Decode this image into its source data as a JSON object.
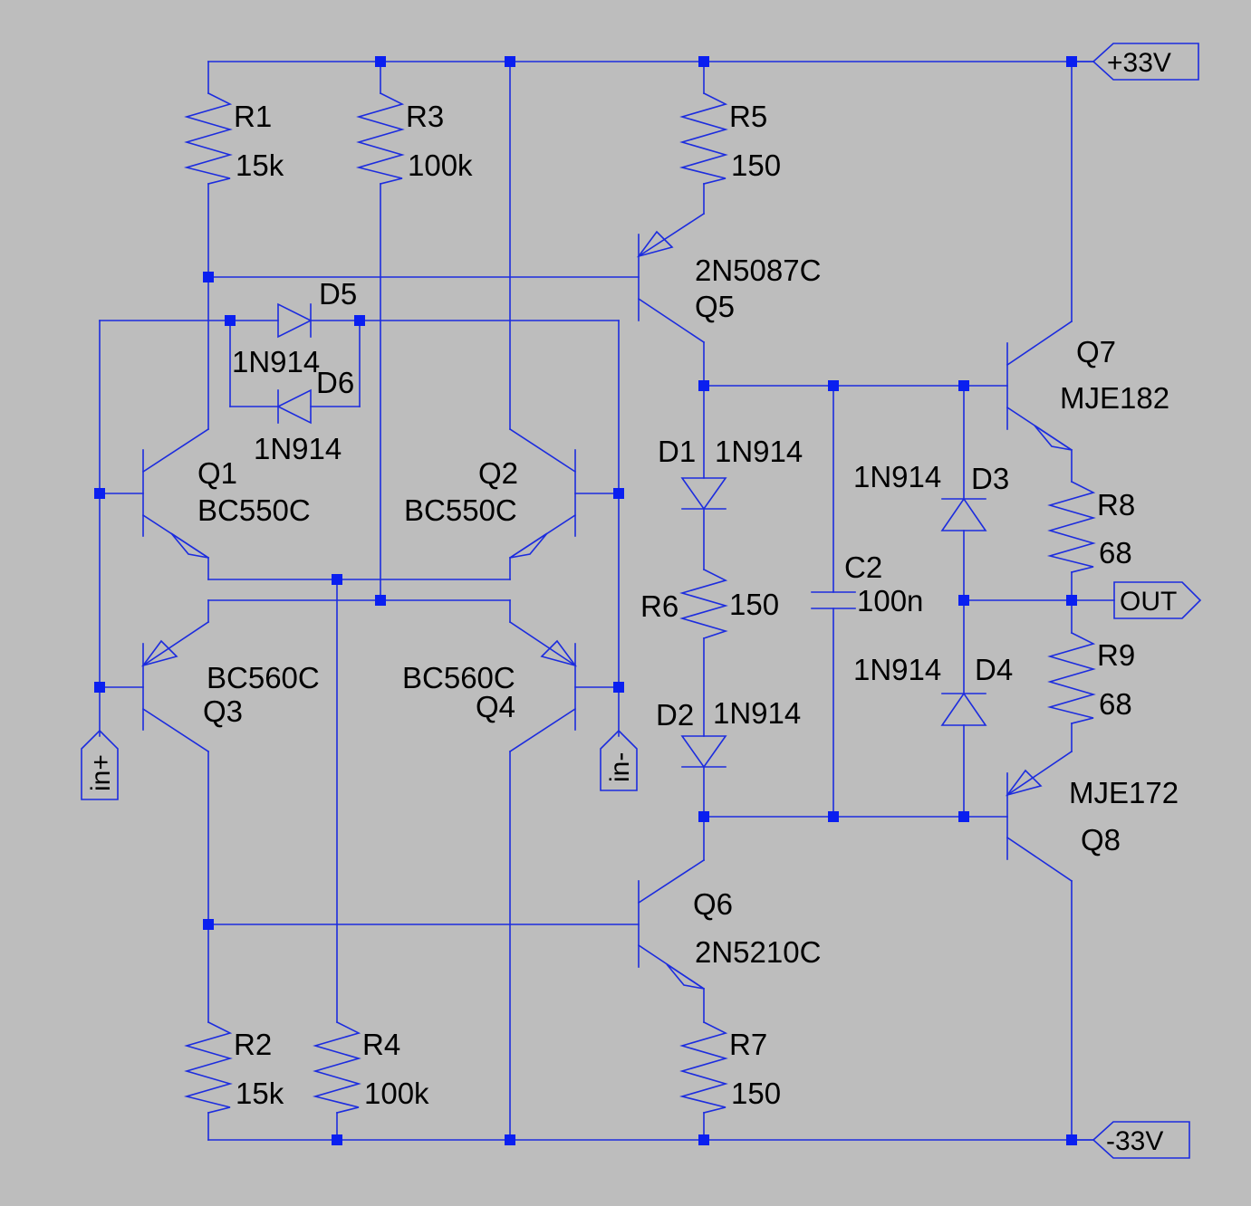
{
  "colors": {
    "background": "#bdbdbd",
    "wire": "#1c2cde",
    "junction": "#0a1ff0",
    "text": "#000000"
  },
  "resistors": {
    "R1": {
      "name": "R1",
      "value": "15k"
    },
    "R2": {
      "name": "R2",
      "value": "15k"
    },
    "R3": {
      "name": "R3",
      "value": "100k"
    },
    "R4": {
      "name": "R4",
      "value": "100k"
    },
    "R5": {
      "name": "R5",
      "value": "150"
    },
    "R6": {
      "name": "R6",
      "value": "150"
    },
    "R7": {
      "name": "R7",
      "value": "150"
    },
    "R8": {
      "name": "R8",
      "value": "68"
    },
    "R9": {
      "name": "R9",
      "value": "68"
    }
  },
  "transistors": {
    "Q1": {
      "name": "Q1",
      "model": "BC550C"
    },
    "Q2": {
      "name": "Q2",
      "model": "BC550C"
    },
    "Q3": {
      "name": "Q3",
      "model": "BC560C"
    },
    "Q4": {
      "name": "Q4",
      "model": "BC560C"
    },
    "Q5": {
      "name": "Q5",
      "model": "2N5087C"
    },
    "Q6": {
      "name": "Q6",
      "model": "2N5210C"
    },
    "Q7": {
      "name": "Q7",
      "model": "MJE182"
    },
    "Q8": {
      "name": "Q8",
      "model": "MJE172"
    }
  },
  "diodes": {
    "D1": {
      "name": "D1",
      "model": "1N914"
    },
    "D2": {
      "name": "D2",
      "model": "1N914"
    },
    "D3": {
      "name": "D3",
      "model": "1N914"
    },
    "D4": {
      "name": "D4",
      "model": "1N914"
    },
    "D5": {
      "name": "D5",
      "model": "1N914"
    },
    "D6": {
      "name": "D6",
      "model": "1N914"
    }
  },
  "capacitors": {
    "C2": {
      "name": "C2",
      "value": "100n"
    }
  },
  "ports": {
    "vpos": "+33V",
    "vneg": "-33V",
    "out": "OUT",
    "in_plus": "in+",
    "in_minus": "in-"
  }
}
